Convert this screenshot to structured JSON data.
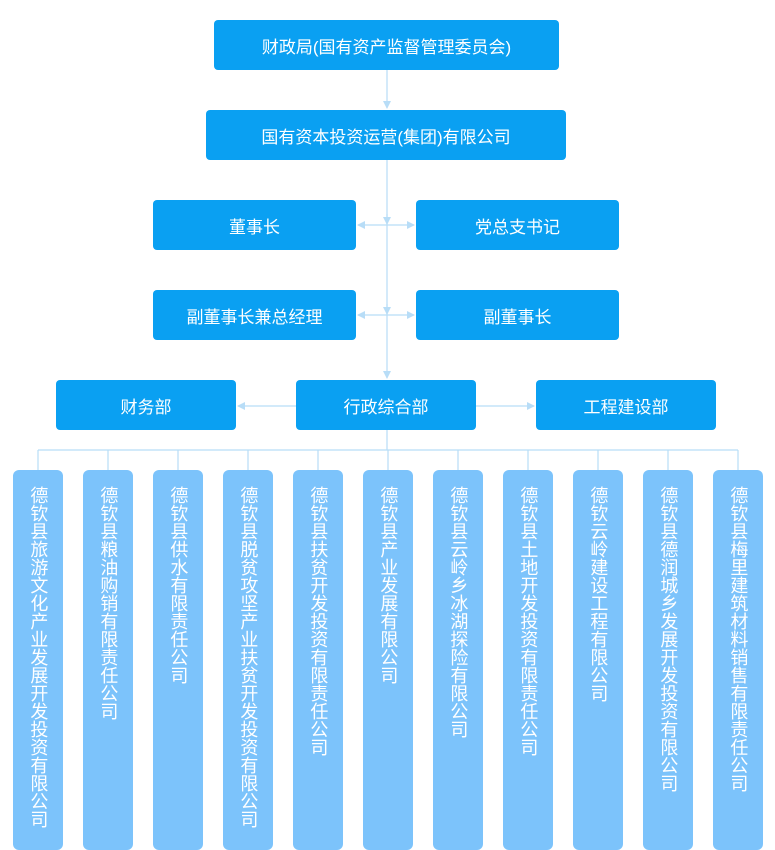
{
  "root": "财政局(国有资产监督管理委员会)",
  "company": "国有资本投资运营(集团)有限公司",
  "chairman": "董事长",
  "party_secretary": "党总支书记",
  "vice_chairman_gm": "副董事长兼总经理",
  "vice_chairman": "副董事长",
  "departments": {
    "finance": "财务部",
    "admin": "行政综合部",
    "engineering": "工程建设部"
  },
  "subsidiaries": [
    "德钦县旅游文化产业发展开发投资有限公司",
    "德钦县粮油购销有限责任公司",
    "德钦县供水有限责任公司",
    "德钦县脱贫攻坚产业扶贫开发投资有限公司",
    "德钦县扶贫开发投资有限责任公司",
    "德钦县产业发展有限公司",
    "德钦县云岭乡冰湖探险有限公司",
    "德钦县土地开发投资有限责任公司",
    "德钦云岭建设工程有限公司",
    "德钦县德润城乡发展开发投资有限公司",
    "德钦县梅里建筑材料销售有限责任公司"
  ],
  "colors": {
    "box": "#0aa0f2",
    "leaf": "#7cc3fb",
    "connector": "#b8ddf7"
  }
}
